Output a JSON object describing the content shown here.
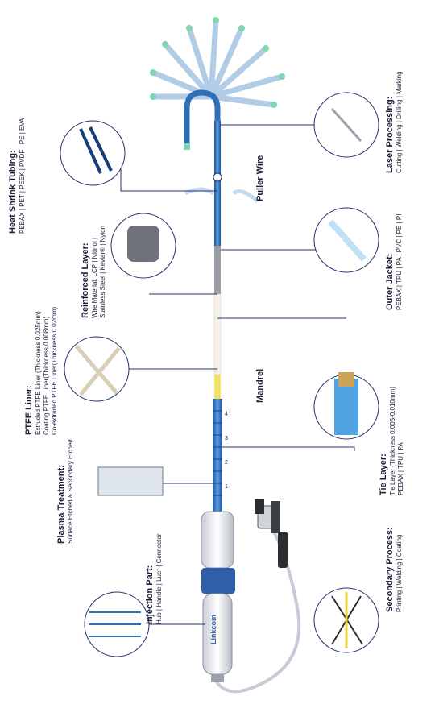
{
  "brand": "Linkcom",
  "labels": {
    "heat_shrink": {
      "title": "Heat Shrink Tubing:",
      "desc1": "PEBAX | PET | PEEK | PVDF | PE | EVA"
    },
    "reinforced": {
      "title": "Reinforced Layer:",
      "desc1": "Wire Material: LCP | Nitinol |",
      "desc2": "Stainless Steel | Kevlar® | Nylon"
    },
    "ptfe": {
      "title": "PTFE Liner:",
      "desc1": "Extruded PTFE Liner (Thickness 0.025mm)",
      "desc2": "Coating PTFE Liner(Thickness 0.008mm)",
      "desc3": "Co-extruded PTFE Liner(Thickness 0.02mm)"
    },
    "plasma": {
      "title": "Plasma Treatment:",
      "desc1": "Surface Etched & Secondary Etched"
    },
    "injection": {
      "title": "Injection Part:",
      "desc1": "Hub | Handle | Luer | Connector"
    },
    "laser": {
      "title": "Laser Processing:",
      "desc1": "Cutting | Welding | Drilling | Marking"
    },
    "outer_jacket": {
      "title": "Outer Jacket:",
      "desc1": "PEBAX | TPU | PA | PVC | PE | PI"
    },
    "tie_layer": {
      "title": "Tie Layer:",
      "desc1": "Tie Layer (Thickness 0.005-0.010mm)",
      "desc2": "PEBAX | TPU | PA"
    },
    "secondary": {
      "title": "Secondary Process:",
      "desc1": "Printing | Welding | Coating"
    },
    "puller_wire": "Puller Wire",
    "mandrel": "Mandrel"
  },
  "scale_marks": [
    "1",
    "2",
    "3",
    "4"
  ],
  "colors": {
    "blue": "#2f6fb8",
    "dark_blue": "#1f3f8a",
    "line": "#27306e",
    "tip": "#7fd6b0"
  }
}
